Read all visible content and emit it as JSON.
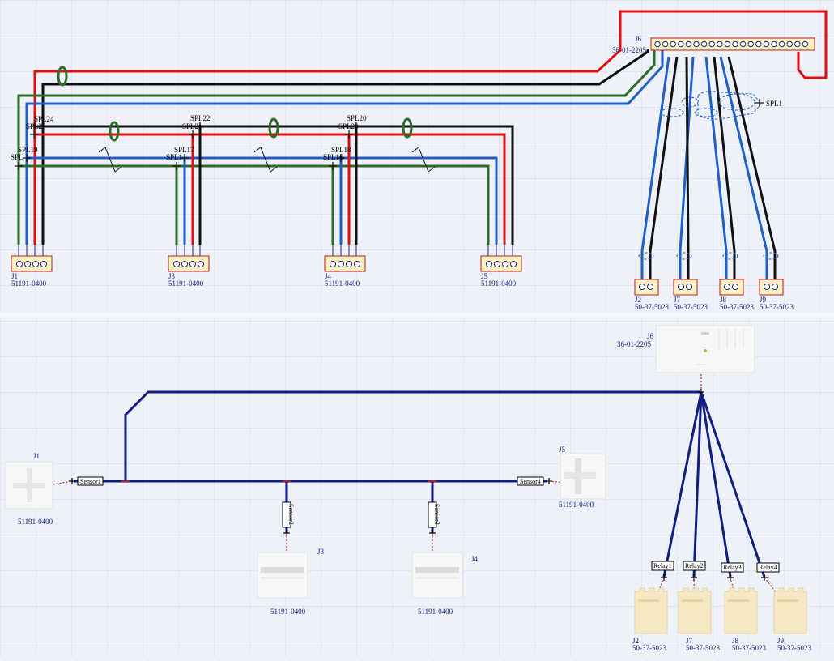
{
  "colors": {
    "background": "#eef1f8",
    "grid": "#d6dbe8",
    "wire_red": "#e01010",
    "wire_black": "#111111",
    "wire_blue": "#1f5fc8",
    "wire_green": "#2f6b2a",
    "bundle_navy": "#101e80",
    "connector_fill": "#fbf2c0",
    "connector_stroke": "#c8141e",
    "pin_stroke": "#1a237e",
    "label_color": "#10207a"
  },
  "icons": {
    "splice": "plus-cross-icon",
    "twist": "ellipse-icon",
    "shield": "dashed-ellipse-icon",
    "break": "zigzag-icon"
  },
  "schematic": {
    "connectors": [
      {
        "ref": "J1",
        "part": "51191-0400"
      },
      {
        "ref": "J3",
        "part": "51191-0400"
      },
      {
        "ref": "J4",
        "part": "51191-0400"
      },
      {
        "ref": "J5",
        "part": "51191-0400"
      },
      {
        "ref": "J6",
        "part": "36-01-2205"
      },
      {
        "ref": "J2",
        "part": "50-37-5023"
      },
      {
        "ref": "J7",
        "part": "50-37-5023"
      },
      {
        "ref": "J8",
        "part": "50-37-5023"
      },
      {
        "ref": "J9",
        "part": "50-37-5023"
      }
    ],
    "splices": [
      "SPL24",
      "SPL23",
      "SPL19",
      "SPL",
      "SPL22",
      "SPL21",
      "SPL17",
      "SPL1",
      "SPL20",
      "SPL18",
      "SPL16",
      "SPL1"
    ]
  },
  "harness": {
    "connectors": [
      {
        "ref": "J6",
        "part": "36-01-2205"
      },
      {
        "ref": "J1",
        "part": "51191-0400"
      },
      {
        "ref": "J5",
        "part": "51191-0400"
      },
      {
        "ref": "J3",
        "part": "51191-0400"
      },
      {
        "ref": "J4",
        "part": "51191-0400"
      },
      {
        "ref": "J2",
        "part": "50-37-5023"
      },
      {
        "ref": "J7",
        "part": "50-37-5023"
      },
      {
        "ref": "J8",
        "part": "50-37-5023"
      },
      {
        "ref": "J9",
        "part": "50-37-5023"
      }
    ],
    "tags": [
      "Sensor1",
      "Sensor2",
      "Sensor3",
      "Sensor4",
      "Relay1",
      "Relay2",
      "Relay3",
      "Relay4"
    ]
  }
}
